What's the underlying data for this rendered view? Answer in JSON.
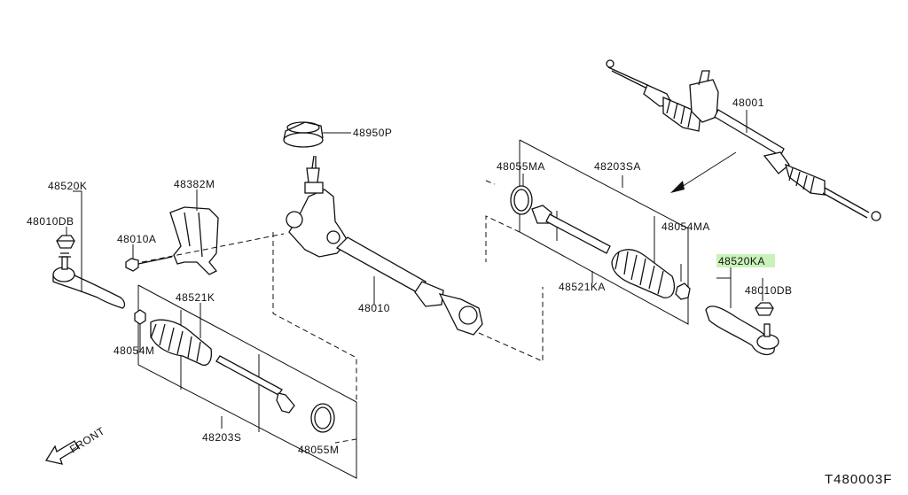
{
  "labels": {
    "p48950P": "48950P",
    "p48382M": "48382M",
    "p48520K": "48520K",
    "p48010DB_left": "48010DB",
    "p48010A": "48010A",
    "p48521K": "48521K",
    "p48054M": "48054M",
    "p48010": "48010",
    "p48203S": "48203S",
    "p48055M": "48055M",
    "p48001": "48001",
    "p48055MA": "48055MA",
    "p48203SA": "48203SA",
    "p48054MA": "48054MA",
    "p48520KA": "48520KA",
    "p48010DB_right": "48010DB",
    "p48521KA": "48521KA"
  },
  "front_label": "FRONT",
  "figure_code": "T480003F",
  "highlight_color": "#c9f2b8"
}
